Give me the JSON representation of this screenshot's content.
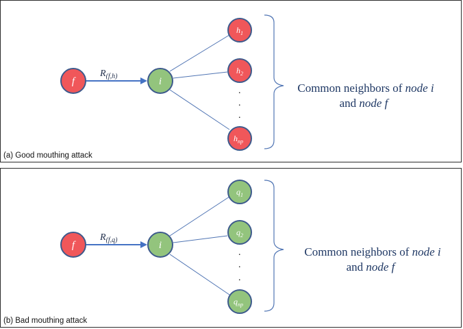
{
  "panels": [
    {
      "caption": "(a) Good mouthing attack",
      "relation_label": "R",
      "relation_sub": "(f,h)",
      "source_node": "f",
      "center_node": "i",
      "neighbor_color": "#f0575a",
      "neighbors": [
        {
          "base": "h",
          "sub": "1"
        },
        {
          "base": "h",
          "sub": "2"
        },
        {
          "base": "h",
          "sub": "np"
        }
      ],
      "dots": ".",
      "description": {
        "line1_prefix": "Common neighbors of ",
        "line1_italic": "node i",
        "line2_prefix": "and ",
        "line2_italic": "node f"
      }
    },
    {
      "caption": "(b) Bad mouthing attack",
      "relation_label": "R",
      "relation_sub": "(f,q)",
      "source_node": "f",
      "center_node": "i",
      "neighbor_color": "#93c47d",
      "neighbors": [
        {
          "base": "q",
          "sub": "1"
        },
        {
          "base": "q",
          "sub": "2"
        },
        {
          "base": "q",
          "sub": "np"
        }
      ],
      "dots": ".",
      "description": {
        "line1_prefix": "Common neighbors of ",
        "line1_italic": "node i",
        "line2_prefix": "and ",
        "line2_italic": "node f"
      }
    }
  ]
}
